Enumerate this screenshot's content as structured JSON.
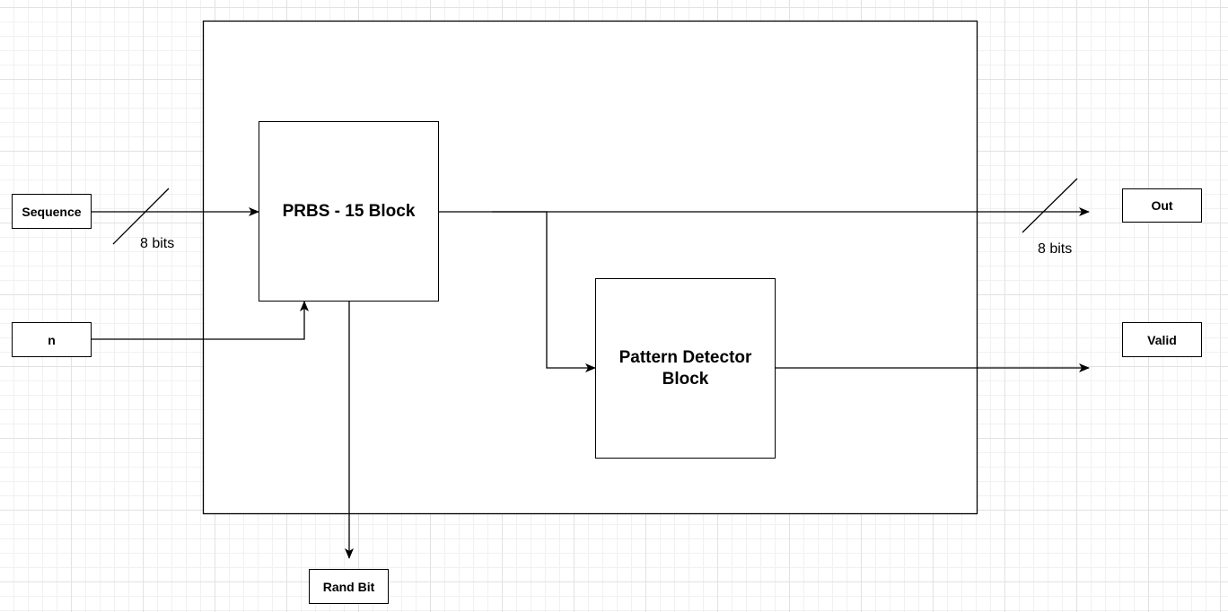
{
  "inputs": {
    "sequence": "Sequence",
    "n": "n"
  },
  "outputs": {
    "out": "Out",
    "valid": "Valid",
    "rand_bit": "Rand Bit"
  },
  "blocks": {
    "prbs": "PRBS - 15 Block",
    "pattern_detector": "Pattern Detector Block"
  },
  "bus_labels": {
    "sequence_width": "8 bits",
    "out_width": "8 bits"
  },
  "colors": {
    "line": "#000000",
    "grid": "#e2e2e2",
    "background": "#ffffff"
  }
}
